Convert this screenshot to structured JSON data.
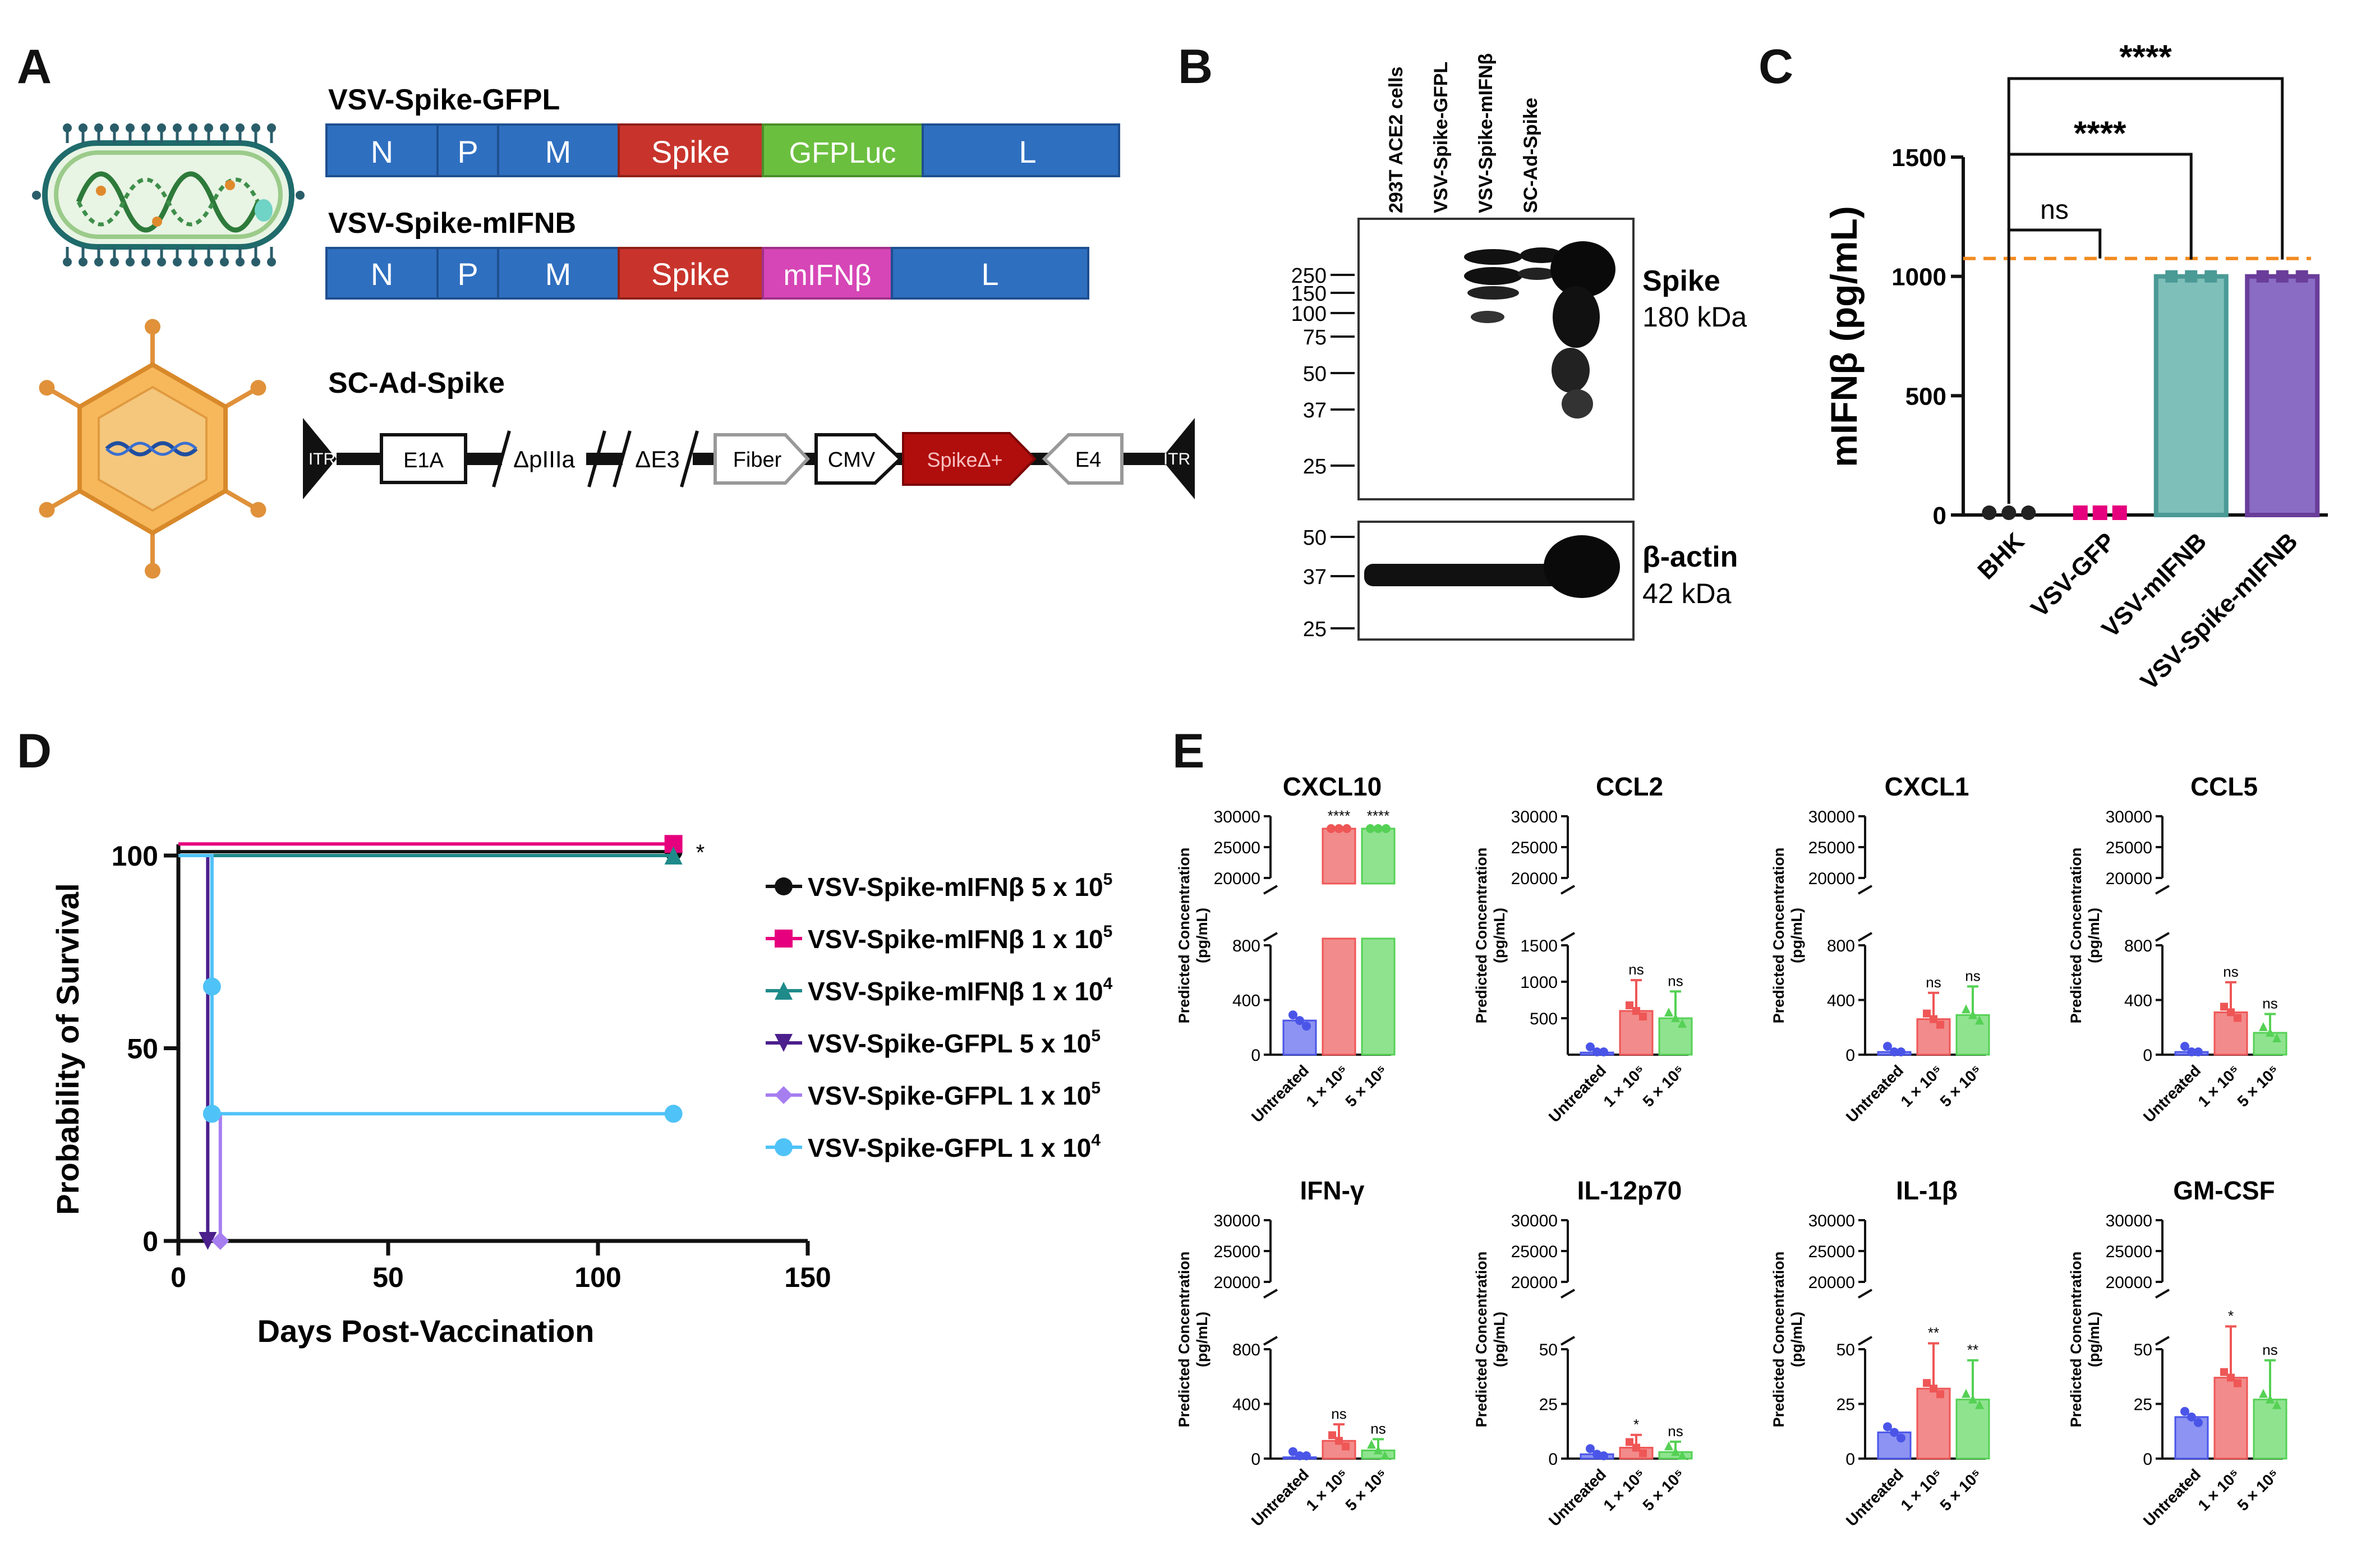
{
  "panels": {
    "a": {
      "label": "A",
      "constructs": [
        {
          "name": "VSV-Spike-GFPL",
          "segments": [
            "N",
            "P",
            "M",
            "Spike",
            "GFPLuc",
            "L"
          ]
        },
        {
          "name": "VSV-Spike-mIFNB",
          "segments": [
            "N",
            "P",
            "M",
            "Spike",
            "mIFNβ",
            "L"
          ]
        }
      ],
      "adeno": {
        "name": "SC-Ad-Spike",
        "elements": [
          "ITR",
          "E1A",
          "ΔpIIIa",
          "ΔE3",
          "Fiber",
          "CMV",
          "SpikeΔ+",
          "E4",
          "ITR"
        ]
      }
    },
    "b": {
      "label": "B",
      "lanes": [
        "293T ACE2 cells",
        "VSV-Spike-GFPL",
        "VSV-Spike-mIFNβ",
        "SC-Ad-Spike"
      ],
      "upper_markers": [
        "250",
        "150",
        "100",
        "75",
        "50",
        "37",
        "25"
      ],
      "lower_markers": [
        "50",
        "37",
        "25"
      ],
      "upper_target": {
        "name": "Spike",
        "size": "180 kDa"
      },
      "lower_target": {
        "name": "β-actin",
        "size": "42 kDa"
      }
    },
    "c": {
      "label": "C",
      "sig": [
        "ns",
        "****",
        "****"
      ]
    },
    "d": {
      "label": "D",
      "sig": "*"
    },
    "e": {
      "label": "E",
      "ylabel_line1": "Predicted Concentration",
      "ylabel_line2": "(pg/mL)",
      "categories": [
        "Untreated",
        "1 × 10⁵",
        "5 × 10⁵"
      ]
    }
  },
  "chart_data": [
    {
      "panel": "C",
      "type": "bar",
      "ylabel": "mIFNβ (pg/mL)",
      "categories": [
        "BHK",
        "VSV-GFP",
        "VSV-mIFNB",
        "VSV-Spike-mIFNB"
      ],
      "values": [
        0,
        0,
        1000,
        1000
      ],
      "colors": [
        "#222222",
        "#e6007e",
        "#4a9a96",
        "#6a3d9a"
      ],
      "ylim": [
        0,
        1500
      ],
      "yticks": [
        "0",
        "500",
        "1000",
        "1500"
      ],
      "reference_line": 1075,
      "significance": [
        "ns",
        "****",
        "****"
      ]
    },
    {
      "panel": "D",
      "type": "line",
      "xlabel": "Days Post-Vaccination",
      "ylabel": "Probability of Survival",
      "xlim": [
        0,
        150
      ],
      "ylim": [
        0,
        100
      ],
      "xticks": [
        "0",
        "50",
        "100",
        "150"
      ],
      "yticks": [
        "0",
        "50",
        "100"
      ],
      "series": [
        {
          "name": "VSV-Spike-mIFNβ 5 x 10",
          "exp": "5",
          "color": "#111111",
          "marker": "circle",
          "x": [
            0,
            118
          ],
          "y": [
            101,
            101
          ]
        },
        {
          "name": "VSV-Spike-mIFNβ 1 x 10",
          "exp": "5",
          "color": "#e6007e",
          "marker": "square",
          "x": [
            0,
            118
          ],
          "y": [
            103,
            103
          ]
        },
        {
          "name": "VSV-Spike-mIFNβ 1 x 10",
          "exp": "4",
          "color": "#1f8a8a",
          "marker": "triangle",
          "x": [
            0,
            118
          ],
          "y": [
            100,
            100
          ]
        },
        {
          "name": "VSV-Spike-GFPL 5 x 10",
          "exp": "5",
          "color": "#4b1f8c",
          "marker": "triangle-down",
          "x": [
            0,
            7,
            7
          ],
          "y": [
            100,
            100,
            0
          ]
        },
        {
          "name": "VSV-Spike-GFPL 1 x 10",
          "exp": "5",
          "color": "#a67ef0",
          "marker": "diamond",
          "x": [
            0,
            8,
            8,
            10,
            10
          ],
          "y": [
            100,
            100,
            33,
            33,
            0
          ]
        },
        {
          "name": "VSV-Spike-GFPL 1 x 10",
          "exp": "4",
          "color": "#4fc3f7",
          "marker": "circle",
          "x": [
            0,
            8,
            8,
            118
          ],
          "y": [
            100,
            100,
            33,
            33
          ]
        }
      ]
    },
    {
      "panel": "E",
      "type": "bar",
      "categories": [
        "Untreated",
        "1 × 10⁵",
        "5 × 10⁵"
      ],
      "colors": [
        "#4a55e8",
        "#ef5656",
        "#55d155"
      ],
      "subplots": [
        {
          "title": "CXCL10",
          "values": [
            250,
            28000,
            28000
          ],
          "lower_max": 800,
          "lower_ticks": [
            "0",
            "400",
            "800"
          ],
          "sig": [
            "",
            "****",
            "****"
          ]
        },
        {
          "title": "CCL2",
          "values": [
            30,
            600,
            500
          ],
          "lower_max": 1500,
          "lower_ticks": [
            "500",
            "1000",
            "1500"
          ],
          "sig": [
            "",
            "ns",
            "ns"
          ]
        },
        {
          "title": "CXCL1",
          "values": [
            20,
            260,
            290
          ],
          "lower_max": 800,
          "lower_ticks": [
            "0",
            "400",
            "800"
          ],
          "sig": [
            "",
            "ns",
            "ns"
          ]
        },
        {
          "title": "CCL5",
          "values": [
            20,
            310,
            160
          ],
          "lower_max": 800,
          "lower_ticks": [
            "0",
            "400",
            "800"
          ],
          "sig": [
            "",
            "ns",
            "ns"
          ]
        },
        {
          "title": "IFN-γ",
          "values": [
            10,
            130,
            60
          ],
          "lower_max": 800,
          "lower_ticks": [
            "0",
            "400",
            "800"
          ],
          "sig": [
            "",
            "ns",
            "ns"
          ]
        },
        {
          "title": "IL-12p70",
          "values": [
            2,
            5,
            3
          ],
          "lower_max": 50,
          "lower_ticks": [
            "0",
            "25",
            "50"
          ],
          "sig": [
            "",
            "*",
            "ns"
          ]
        },
        {
          "title": "IL-1β",
          "values": [
            12,
            32,
            27
          ],
          "lower_max": 50,
          "lower_ticks": [
            "0",
            "25",
            "50"
          ],
          "sig": [
            "",
            "**",
            "**"
          ]
        },
        {
          "title": "GM-CSF",
          "values": [
            19,
            37,
            27
          ],
          "lower_max": 50,
          "lower_ticks": [
            "0",
            "25",
            "50"
          ],
          "sig": [
            "",
            "*",
            "ns"
          ]
        }
      ],
      "upper_ticks": [
        "20000",
        "25000",
        "30000"
      ]
    }
  ]
}
